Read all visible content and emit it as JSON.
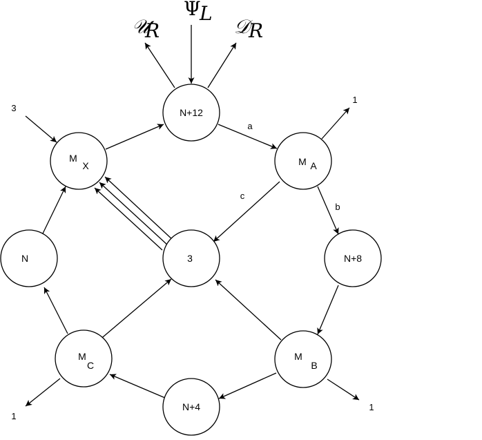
{
  "nodes": {
    "n12": {
      "label": "N+12"
    },
    "mx": {
      "label": "M",
      "sub": "X"
    },
    "ma": {
      "label": "M",
      "sub": "A"
    },
    "n": {
      "label": "N"
    },
    "c3": {
      "label": "3"
    },
    "n8": {
      "label": "N+8"
    },
    "mc": {
      "label": "M",
      "sub": "C"
    },
    "mb": {
      "label": "M",
      "sub": "B"
    },
    "n4": {
      "label": "N+4"
    }
  },
  "edge_labels": {
    "a": "a",
    "b": "b",
    "c": "c"
  },
  "external_labels": {
    "ur_script": "𝒰",
    "ur_sub": "R",
    "psi": "Ψ",
    "psi_sub": "L",
    "dr_script": "𝒟",
    "dr_sub": "R",
    "in_mx": "3",
    "out_ma": "1",
    "out_mc": "1",
    "out_mb": "1"
  }
}
